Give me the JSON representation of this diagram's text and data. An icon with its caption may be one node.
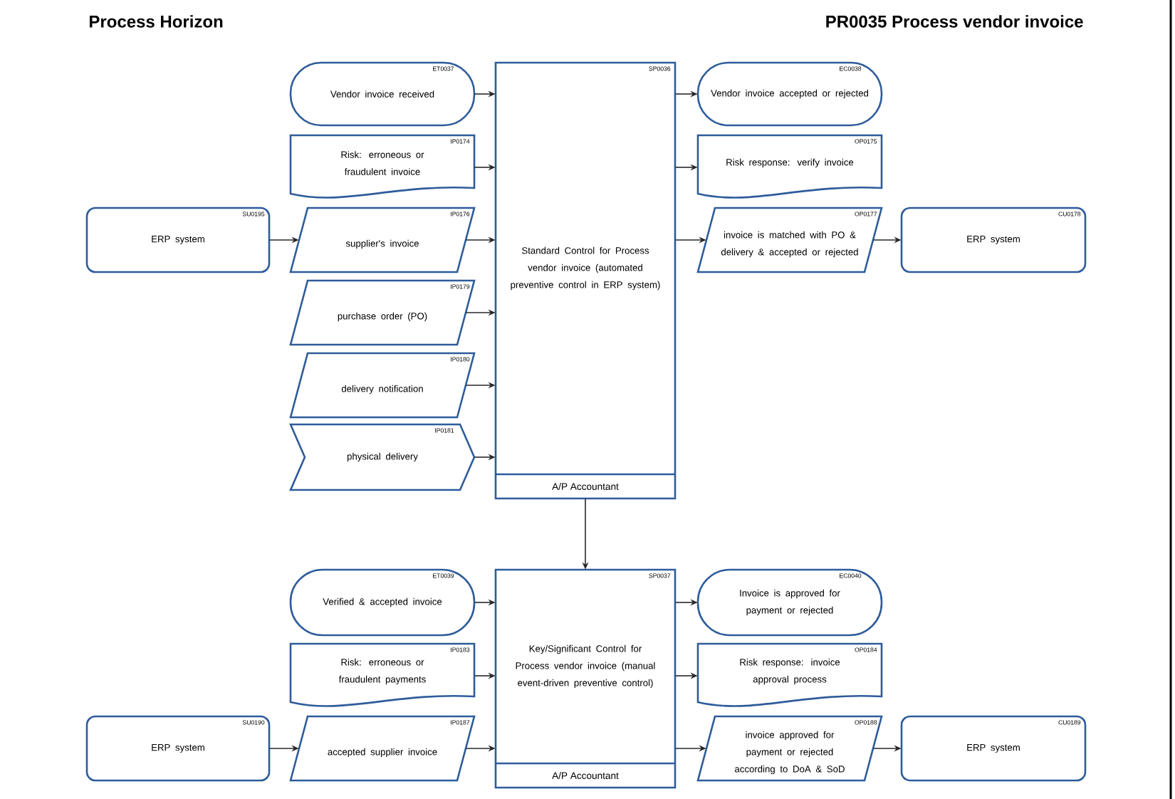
{
  "diagram": {
    "title": "PR0035 Process vendor invoice",
    "nodes": [
      {
        "text": [
          "SP0036",
          "Standard Control for Process vendor invoice (automated preventive control in ERP system)",
          "A/P Accountant"
        ]
      },
      {
        "text": [
          "ET0037",
          "Vendor invoice received"
        ]
      },
      {
        "text": [
          "IP0174",
          "Risk: erroneous or fraudulent invoice"
        ]
      },
      {
        "text": [
          "SU0195",
          "ERP system"
        ]
      },
      {
        "text": [
          "IP0176",
          "supplier's invoice"
        ]
      },
      {
        "text": [
          "IP0179",
          "purchase order (PO)"
        ]
      },
      {
        "text": [
          "IP0180",
          "delivery notification"
        ]
      },
      {
        "text": [
          "IP0181",
          "physical delivery"
        ]
      },
      {
        "text": [
          "EC0038",
          "Vendor invoice accepted or rejected"
        ]
      },
      {
        "text": [
          "OP0175",
          "Risk response: verify invoice"
        ]
      },
      {
        "text": [
          "OP0177",
          "invoice is matched with PO & delivery & accepted or rejected"
        ]
      },
      {
        "text": [
          "CU0178",
          "ERP system"
        ]
      },
      {
        "text": [
          "SP0037",
          "Key/Significant Control for Process vendor invoice (manual event-driven preventive control)",
          "A/P Accountant"
        ]
      },
      {
        "text": [
          "ET0039",
          "Verified & accepted invoice"
        ]
      },
      {
        "text": [
          "IP0183",
          "Risk: erroneous or fraudulent payments"
        ]
      },
      {
        "text": [
          "SU0190",
          "ERP system"
        ]
      },
      {
        "text": [
          "IP0187",
          "accepted supplier invoice"
        ]
      },
      {
        "text": [
          "EC0040",
          "Invoice is approved for payment or rejected"
        ]
      },
      {
        "text": [
          "OP0184",
          "Risk response: invoice approval process"
        ]
      },
      {
        "text": [
          "OP0188",
          "invoice approved for payment or rejected according to DoA & SoD"
        ]
      },
      {
        "text": [
          "CU0189",
          "ERP system"
        ]
      }
    ],
    "edges": [
      {
        "from": 1,
        "to": 0,
        "arrow": "to"
      },
      {
        "from": 2,
        "to": 0,
        "arrow": "to"
      },
      {
        "from": 3,
        "to": 4,
        "arrow": "to"
      },
      {
        "from": 4,
        "to": 0,
        "arrow": "to"
      },
      {
        "from": 5,
        "to": 0,
        "arrow": "to"
      },
      {
        "from": 6,
        "to": 0,
        "arrow": "to"
      },
      {
        "from": 7,
        "to": 0,
        "arrow": "to"
      },
      {
        "from": 0,
        "to": 8,
        "arrow": "to"
      },
      {
        "from": 0,
        "to": 9,
        "arrow": "to"
      },
      {
        "from": 0,
        "to": 10,
        "arrow": "to"
      },
      {
        "from": 10,
        "to": 11,
        "arrow": "to"
      },
      {
        "from": 0,
        "to": 12,
        "arrow": "to"
      },
      {
        "from": 13,
        "to": 12,
        "arrow": "to"
      },
      {
        "from": 14,
        "to": 12,
        "arrow": "to"
      },
      {
        "from": 15,
        "to": 16,
        "arrow": "to"
      },
      {
        "from": 16,
        "to": 12,
        "arrow": "to"
      },
      {
        "from": 12,
        "to": 17,
        "arrow": "to"
      },
      {
        "from": 12,
        "to": 18,
        "arrow": "to"
      },
      {
        "from": 12,
        "to": 19,
        "arrow": "to"
      },
      {
        "from": 19,
        "to": 20,
        "arrow": "to"
      }
    ],
    "labels": [
      "Process Horizon"
    ]
  }
}
